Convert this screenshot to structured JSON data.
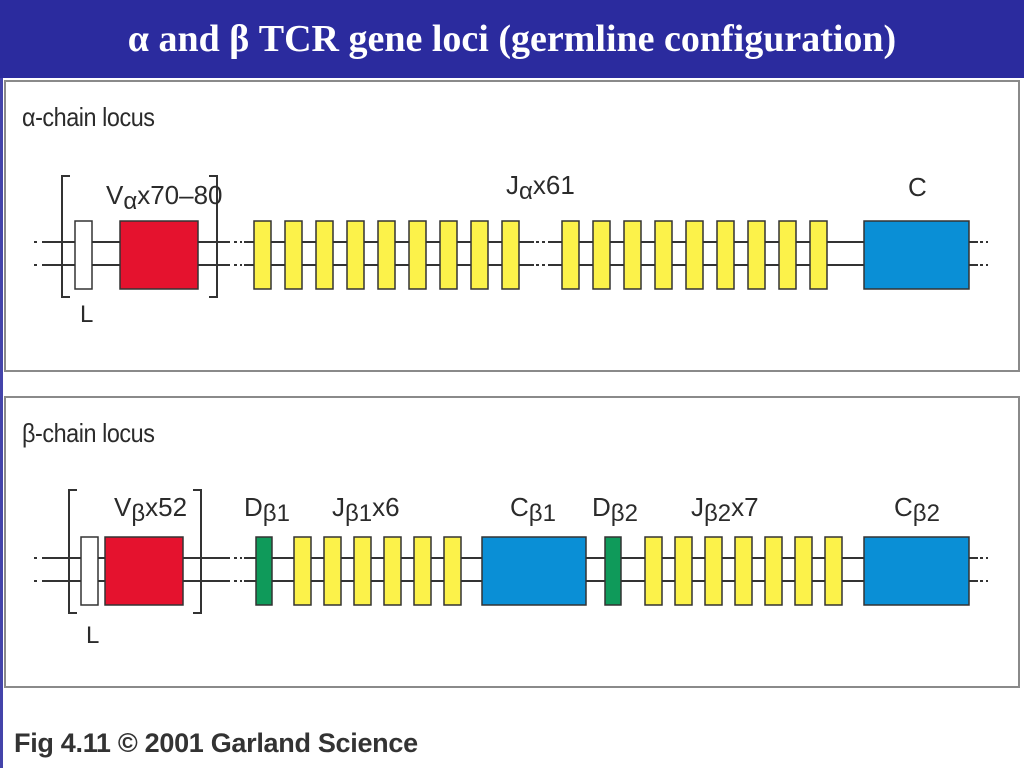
{
  "title": "α and β TCR gene loci (germline configuration)",
  "alpha": {
    "locus_label": "α-chain locus",
    "v_label": "V",
    "v_sub": "α",
    "v_count": "x70–80",
    "l_label": "L",
    "j_label": "J",
    "j_sub": "α",
    "j_count": "x61",
    "c_label": "C"
  },
  "beta": {
    "locus_label": "β-chain locus",
    "v_label": "V",
    "v_sub": "β",
    "v_count": "x52",
    "l_label": "L",
    "d1_label": "D",
    "d1_sub": "β1",
    "j1_label": "J",
    "j1_sub": "β1",
    "j1_count": "x6",
    "c1_label": "C",
    "c1_sub": "β1",
    "d2_label": "D",
    "d2_sub": "β2",
    "j2_label": "J",
    "j2_sub": "β2",
    "j2_count": "x7",
    "c2_label": "C",
    "c2_sub": "β2"
  },
  "caption": "Fig 4.11  © 2001 Garland Science",
  "colors": {
    "title_bg": "#2b2b9e",
    "v_segment": "#e5122e",
    "j_segment": "#fcf24a",
    "c_segment": "#0a8fd6",
    "d_segment": "#0f9a5a",
    "leader": "#ffffff"
  }
}
